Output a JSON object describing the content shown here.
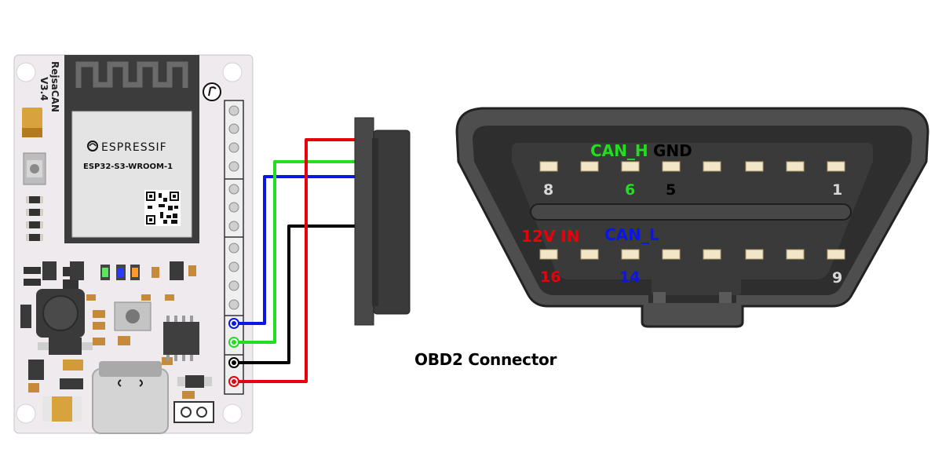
{
  "board": {
    "name": "RejsaCAN",
    "version": "V3.4",
    "module_brand": "ESPRESSIF",
    "module_model": "ESP32-S3-WROOM-1"
  },
  "connector": {
    "caption": "OBD2 Connector",
    "pin_labels": {
      "can_h": "CAN_H",
      "gnd": "GND",
      "can_l": "CAN_L",
      "power": "12V IN"
    },
    "pin_numbers": {
      "p8": "8",
      "p6": "6",
      "p5": "5",
      "p1": "1",
      "p16": "16",
      "p14": "14",
      "p9": "9"
    }
  },
  "colors": {
    "wire_red": "#e8000b",
    "wire_green": "#22dd22",
    "wire_blue": "#0a16e6",
    "wire_black": "#000000",
    "connector_body": "#3a3a3a",
    "pcb": "#eeeaee"
  }
}
